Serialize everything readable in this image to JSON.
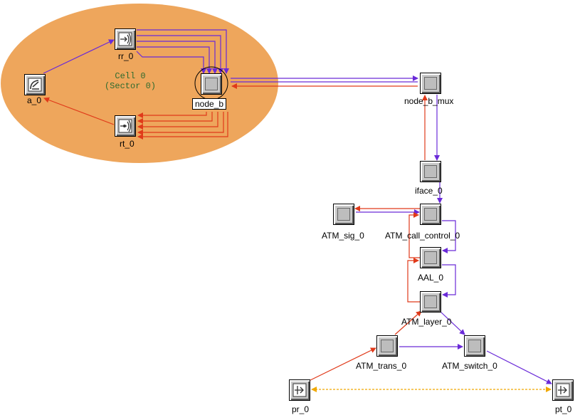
{
  "colors": {
    "cell_fill": "#eea65c",
    "tx_link": "#6a2ad8",
    "rx_link": "#e03a1a",
    "dashed_link": "#f0a800",
    "node_face": "#c8c8c8"
  },
  "cell": {
    "line1": "Cell 0",
    "line2": "(Sector 0)"
  },
  "nodes": {
    "a_0": {
      "label": "a_0",
      "icon": "antenna-icon"
    },
    "rr_0": {
      "label": "rr_0",
      "icon": "radio-receiver-icon"
    },
    "rt_0": {
      "label": "rt_0",
      "icon": "radio-transmitter-icon"
    },
    "node_b": {
      "label": "node_b",
      "icon": "processor-icon"
    },
    "node_b_mux": {
      "label": "node_b_mux",
      "icon": "processor-icon"
    },
    "iface_0": {
      "label": "iface_0",
      "icon": "processor-icon"
    },
    "atm_sig_0": {
      "label": "ATM_sig_0",
      "icon": "processor-icon"
    },
    "atm_call_control_0": {
      "label": "ATM_call_control_0",
      "icon": "processor-icon"
    },
    "aal_0": {
      "label": "AAL_0",
      "icon": "processor-icon"
    },
    "atm_layer_0": {
      "label": "ATM_layer_0",
      "icon": "processor-icon"
    },
    "atm_trans_0": {
      "label": "ATM_trans_0",
      "icon": "processor-icon"
    },
    "atm_switch_0": {
      "label": "ATM_switch_0",
      "icon": "processor-icon"
    },
    "pr_0": {
      "label": "pr_0",
      "icon": "point-to-point-receiver-icon"
    },
    "pt_0": {
      "label": "pt_0",
      "icon": "point-to-point-transmitter-icon"
    }
  }
}
